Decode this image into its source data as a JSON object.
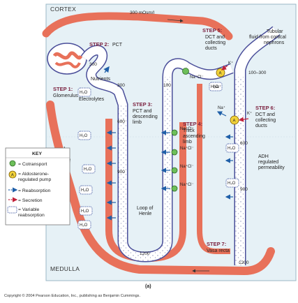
{
  "regions": {
    "cortex": "CORTEX",
    "medulla": "MEDULLA"
  },
  "osmolarity": {
    "cortex_top": "300 mOsm/l",
    "pct": "300",
    "descending_top": "300",
    "ascending_top": "100",
    "dct_range": "100–300",
    "descending_mid": "600",
    "descending_lower": "900",
    "descending_bottom": "1200",
    "collecting_upper": "600",
    "collecting_lower": "900",
    "collecting_bottom": "1200"
  },
  "steps": {
    "s1": {
      "title": "STEP 1:",
      "line1": "Glomerulus"
    },
    "s2": {
      "title": "STEP 2:",
      "line1": "PCT"
    },
    "s3": {
      "title": "STEP 3:",
      "line1": "PCT and",
      "line2": "descending",
      "line3": "limb"
    },
    "s4": {
      "title": "STEP 4:",
      "line1": "Thick",
      "line2": "ascending",
      "line3": "limb"
    },
    "s5": {
      "title": "STEP 5:",
      "line1": "DCT and",
      "line2": "collecting",
      "line3": "ducts"
    },
    "s6": {
      "title": "STEP 6:",
      "line1": "DCT and",
      "line2": "collecting",
      "line3": "ducts"
    },
    "s7": {
      "title": "STEP 7:",
      "line1": "Vasa recta"
    }
  },
  "labels": {
    "nutrients": "Nutrients",
    "electrolytes": "Electrolytes",
    "tubular_fluid_1": "Tubular",
    "tubular_fluid_2": "fluid from cortical",
    "tubular_fluid_3": "nephrons",
    "adh_1": "ADH",
    "adh_2": "regulated",
    "adh_3": "permeability",
    "loop_1": "Loop of",
    "loop_2": "Henle"
  },
  "molecules": {
    "water": "H₂O",
    "nacl": "Na⁺Cl⁻",
    "na": "Na⁺",
    "k": "K⁺",
    "a": "A"
  },
  "key": {
    "title": "KEY",
    "items": [
      {
        "label": "= Cotransport"
      },
      {
        "label": "= Aldosterone-",
        "label2": "regulated pump"
      },
      {
        "label": "= Reabsorption"
      },
      {
        "label": "= Secretion"
      },
      {
        "label": "= Variable",
        "label2": "reabsorption"
      }
    ]
  },
  "caption": "(a)",
  "copyright": "Copyright © 2004 Pearson Education, Inc., publishing as Benjamin Cummings.",
  "colors": {
    "vessel": "#e8715a",
    "vessel_dark": "#d9553e",
    "tubule_wall": "#4b4f9a",
    "tubule_fill": "#ffffff",
    "panel_bg": "#e6f1f6",
    "step_text": "#7a1f3d",
    "cotransport": "#6dbf5a",
    "pump": "#f2d23a",
    "reabsorption_arrow": "#1f5fa8",
    "secretion_arrow": "#c2213a"
  }
}
